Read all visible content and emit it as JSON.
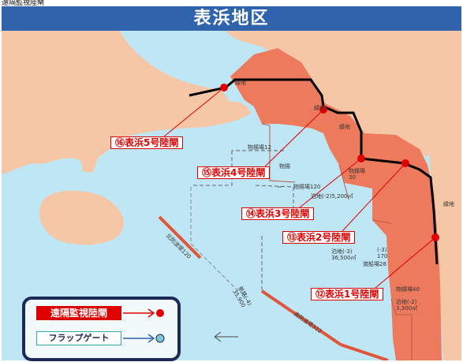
{
  "top_label": "遠隔監視陸閘",
  "title": "表浜地区",
  "colors": {
    "title_bg": "#2f64ad",
    "sea": "#bfe6f5",
    "land": "#f6c7a7",
    "port_area": "#ed7a5c",
    "wall_line": "#000000",
    "marker_red": "#e00000",
    "marker_flap": "#7fc7d8",
    "legend_border": "#1d2a55"
  },
  "gates": [
    {
      "label": "⑯表浜5号陸閘"
    },
    {
      "label": "⑮表浜4号陸閘"
    },
    {
      "label": "⑭表浜3号陸閘"
    },
    {
      "label": "⑬表浜2号陸閘"
    },
    {
      "label": "⑫表浜1号陸閘"
    }
  ],
  "map_labels": {
    "ryokuchi_1": "緑地",
    "ryokuchi_2": "緑地",
    "ryokuchi_3": "緑地",
    "ryokuchi_4": "緑地",
    "butsuryo_12": "物揚場12",
    "butsuryo": "物揚",
    "butsuryo_120": "物揚場120",
    "butsuryo_30": "物揚場\n30",
    "hakuchi_5200": "泊地(-2)5,200㎡",
    "hakuchi_36500": "泊地(-3)\n36,500㎡",
    "hakuchi_3300": "泊地(-2)\n3,300㎡",
    "kishi_3": "(-3)\n170",
    "tosen_28": "渡船場28",
    "butsuryo_40": "物揚場40",
    "kitabohatei": "北防波堤120",
    "koro": "航路(-4)\n35,900",
    "minamibohatei": "南防波堤322"
  },
  "legend": {
    "remote_label": "遠隔監視陸閘",
    "flap_label": "フラップゲート"
  }
}
